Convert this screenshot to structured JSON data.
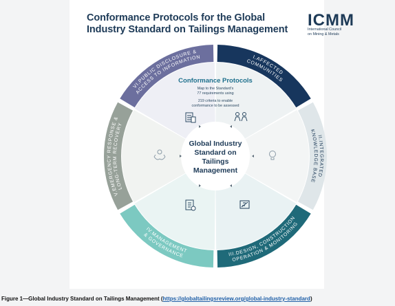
{
  "header": {
    "title_line1": "Conformance Protocols for the Global",
    "title_line2": "Industry Standard on Tailings Management",
    "logo": "ICMM",
    "logo_sub_line1": "International Council",
    "logo_sub_line2": "on Mining & Metals"
  },
  "diagram": {
    "center_line1": "Global Industry",
    "center_line2": "Standard on",
    "center_line3": "Tailings",
    "center_line4": "Management",
    "protocols_title": "Conformance Protocols",
    "protocols_sub1": "Map to the Standard's",
    "protocols_sub2": "77 requirements using",
    "protocols_sub3": "219 criteria to enable",
    "protocols_sub4": "conformance to be assessed",
    "segments": [
      {
        "line1": "I.AFFECTED",
        "line2": "COMMUNITIES",
        "color": "#17365d"
      },
      {
        "line1": "II.INTEGRATED",
        "line2": "KNOWLEDGE BASE",
        "color": "#dfe6e9"
      },
      {
        "line1": "III.DESIGN, CONSTRUCTION",
        "line2": "OPERATION & MONITORING",
        "color": "#1f6a79"
      },
      {
        "line1": "IV.MANAGEMENT",
        "line2": "& GOVERNANCE",
        "color": "#7cc9c1"
      },
      {
        "line1": "V.EMERGENCY RESPONSE &",
        "line2": "LONG-TERM RECOVERY",
        "color": "#97a199"
      },
      {
        "line1": "VI.PUBLIC DISCLOSURE &",
        "line2": "ACCESS TO INFORMATION",
        "color": "#6c6f9e"
      }
    ],
    "icons": [
      "people-icon",
      "lightbulb-icon",
      "blueprint-icon",
      "clipboard-icon",
      "hands-icon",
      "document-icon"
    ]
  },
  "caption": {
    "text": "Figure 1—Global Industry Standard on Tailings Management (",
    "link": "https://globaltailingsreview.org/global-industry-standard",
    "end": ")"
  }
}
